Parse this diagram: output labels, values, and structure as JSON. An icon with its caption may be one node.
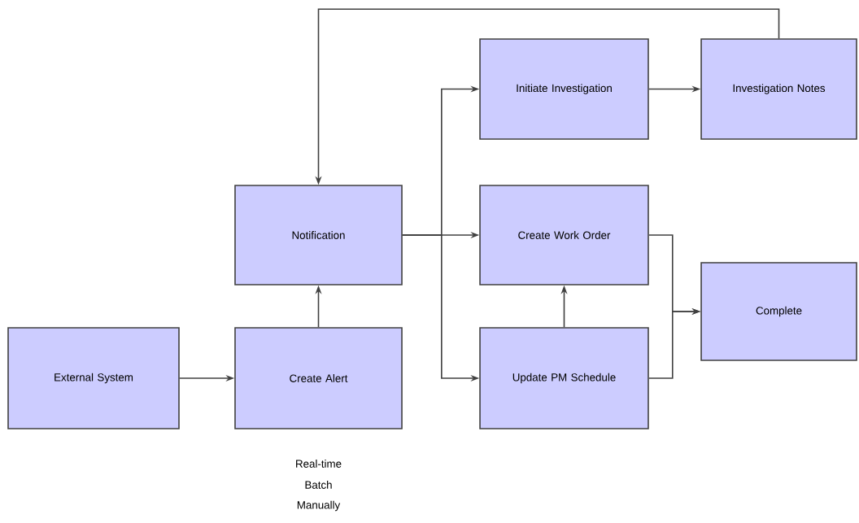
{
  "diagram": {
    "nodes": [
      {
        "text": [
          "External System"
        ]
      },
      {
        "text": [
          "Create Alert"
        ],
        "beside": [
          "Real-time",
          "Batch",
          "Manually"
        ]
      },
      {
        "text": [
          "Notification"
        ]
      },
      {
        "text": [
          "Initiate Investigation"
        ]
      },
      {
        "text": [
          "Investigation Notes"
        ]
      },
      {
        "text": [
          "Create Work Order"
        ]
      },
      {
        "text": [
          "Update PM Schedule"
        ]
      },
      {
        "text": [
          "Complete"
        ]
      }
    ],
    "edges": [
      {
        "from": 0,
        "to": 1,
        "arrow": "to"
      },
      {
        "from": 1,
        "to": 2,
        "arrow": "to"
      },
      {
        "from": 2,
        "to": 3,
        "arrow": "to"
      },
      {
        "from": 2,
        "to": 5,
        "arrow": "to"
      },
      {
        "from": 2,
        "to": 6,
        "arrow": "to"
      },
      {
        "from": 3,
        "to": 4,
        "arrow": "to"
      },
      {
        "from": 4,
        "to": 2,
        "arrow": "to"
      },
      {
        "from": 6,
        "to": 5,
        "arrow": "to"
      },
      {
        "from": 5,
        "to": 7,
        "arrow": "to"
      },
      {
        "from": 6,
        "to": 7,
        "arrow": "to"
      }
    ]
  }
}
